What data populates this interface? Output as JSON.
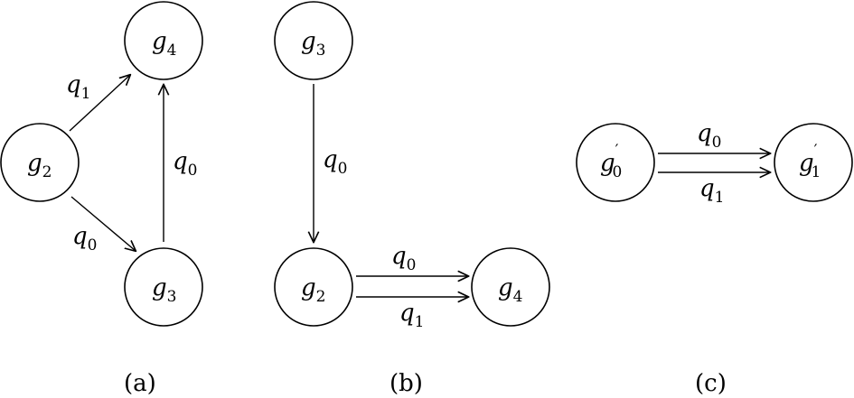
{
  "panel_a": {
    "nodes": {
      "g4": {
        "base": "g",
        "sub": "4"
      },
      "g2": {
        "base": "g",
        "sub": "2"
      },
      "g3": {
        "base": "g",
        "sub": "3"
      }
    },
    "edges": {
      "g2_g4": {
        "base": "q",
        "sub": "1"
      },
      "g2_g3": {
        "base": "q",
        "sub": "0"
      },
      "g3_g4": {
        "base": "q",
        "sub": "0"
      }
    },
    "caption": "(a)"
  },
  "panel_b": {
    "nodes": {
      "g3": {
        "base": "g",
        "sub": "3"
      },
      "g2": {
        "base": "g",
        "sub": "2"
      },
      "g4": {
        "base": "g",
        "sub": "4"
      }
    },
    "edges": {
      "g3_g2": {
        "base": "q",
        "sub": "0"
      },
      "g2_g4_top": {
        "base": "q",
        "sub": "0"
      },
      "g2_g4_bottom": {
        "base": "q",
        "sub": "1"
      }
    },
    "caption": "(b)"
  },
  "panel_c": {
    "nodes": {
      "g0p": {
        "base": "g",
        "sub": "0",
        "prime": "′"
      },
      "g1p": {
        "base": "g",
        "sub": "1",
        "prime": "′"
      }
    },
    "edges": {
      "g0_g1_top": {
        "base": "q",
        "sub": "0"
      },
      "g0_g1_bottom": {
        "base": "q",
        "sub": "1"
      }
    },
    "caption": "(c)"
  }
}
